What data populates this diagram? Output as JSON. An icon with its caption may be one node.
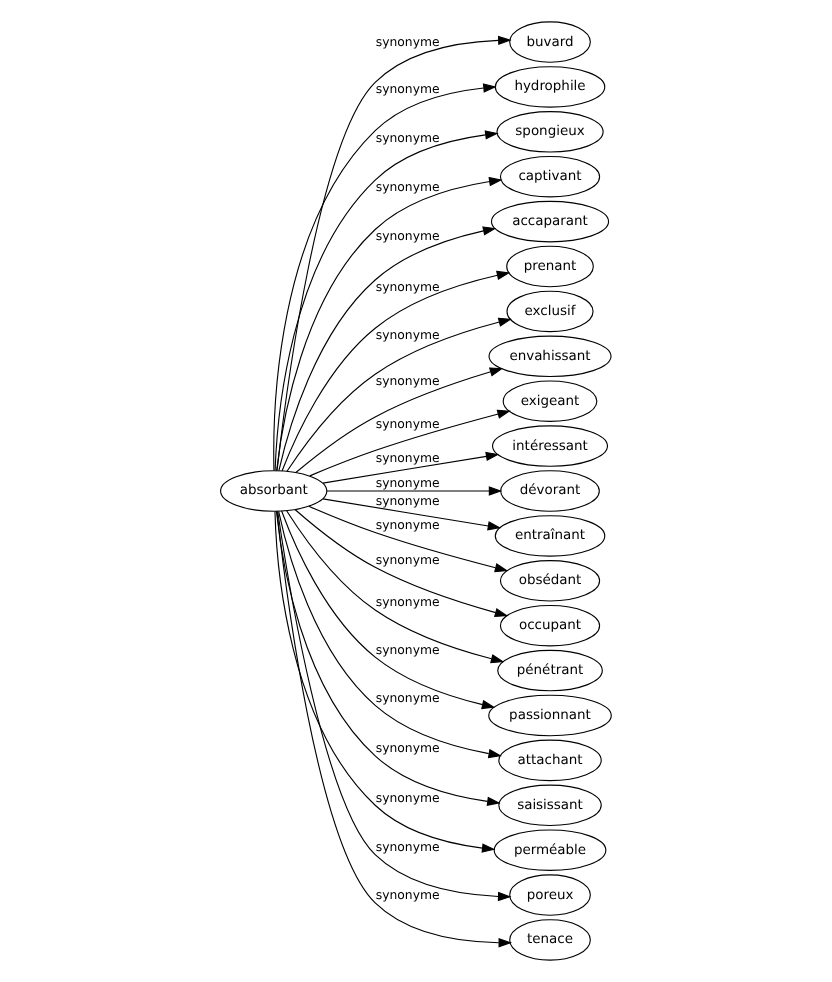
{
  "diagram": {
    "nodes": [
      {
        "text": [
          "absorbant"
        ]
      },
      {
        "text": [
          "buvard"
        ]
      },
      {
        "text": [
          "hydrophile"
        ]
      },
      {
        "text": [
          "spongieux"
        ]
      },
      {
        "text": [
          "captivant"
        ]
      },
      {
        "text": [
          "accaparant"
        ]
      },
      {
        "text": [
          "prenant"
        ]
      },
      {
        "text": [
          "exclusif"
        ]
      },
      {
        "text": [
          "envahissant"
        ]
      },
      {
        "text": [
          "exigeant"
        ]
      },
      {
        "text": [
          "intéressant"
        ]
      },
      {
        "text": [
          "dévorant"
        ]
      },
      {
        "text": [
          "entraînant"
        ]
      },
      {
        "text": [
          "obsédant"
        ]
      },
      {
        "text": [
          "occupant"
        ]
      },
      {
        "text": [
          "pénétrant"
        ]
      },
      {
        "text": [
          "passionnant"
        ]
      },
      {
        "text": [
          "attachant"
        ]
      },
      {
        "text": [
          "saisissant"
        ]
      },
      {
        "text": [
          "perméable"
        ]
      },
      {
        "text": [
          "poreux"
        ]
      },
      {
        "text": [
          "tenace"
        ]
      }
    ],
    "edges": [
      {
        "from": 0,
        "to": 1,
        "arrow": "to",
        "label": "synonyme"
      },
      {
        "from": 0,
        "to": 2,
        "arrow": "to",
        "label": "synonyme"
      },
      {
        "from": 0,
        "to": 3,
        "arrow": "to",
        "label": "synonyme"
      },
      {
        "from": 0,
        "to": 4,
        "arrow": "to",
        "label": "synonyme"
      },
      {
        "from": 0,
        "to": 5,
        "arrow": "to",
        "label": "synonyme"
      },
      {
        "from": 0,
        "to": 6,
        "arrow": "to",
        "label": "synonyme"
      },
      {
        "from": 0,
        "to": 7,
        "arrow": "to",
        "label": "synonyme"
      },
      {
        "from": 0,
        "to": 8,
        "arrow": "to",
        "label": "synonyme"
      },
      {
        "from": 0,
        "to": 9,
        "arrow": "to",
        "label": "synonyme"
      },
      {
        "from": 0,
        "to": 10,
        "arrow": "to",
        "label": "synonyme"
      },
      {
        "from": 0,
        "to": 11,
        "arrow": "to",
        "label": "synonyme"
      },
      {
        "from": 0,
        "to": 12,
        "arrow": "to",
        "label": "synonyme"
      },
      {
        "from": 0,
        "to": 13,
        "arrow": "to",
        "label": "synonyme"
      },
      {
        "from": 0,
        "to": 14,
        "arrow": "to",
        "label": "synonyme"
      },
      {
        "from": 0,
        "to": 15,
        "arrow": "to",
        "label": "synonyme"
      },
      {
        "from": 0,
        "to": 16,
        "arrow": "to",
        "label": "synonyme"
      },
      {
        "from": 0,
        "to": 17,
        "arrow": "to",
        "label": "synonyme"
      },
      {
        "from": 0,
        "to": 18,
        "arrow": "to",
        "label": "synonyme"
      },
      {
        "from": 0,
        "to": 19,
        "arrow": "to",
        "label": "synonyme"
      },
      {
        "from": 0,
        "to": 20,
        "arrow": "to",
        "label": "synonyme"
      },
      {
        "from": 0,
        "to": 21,
        "arrow": "to",
        "label": "synonyme"
      }
    ]
  }
}
